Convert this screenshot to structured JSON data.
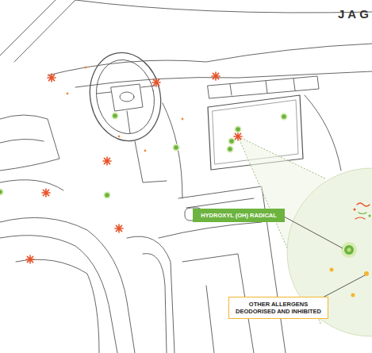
{
  "diagram": {
    "nodes": [
      {
        "text": [
          "HYDROXYL (OH) RADICAL"
        ]
      },
      {
        "text": [
          "OTHER ALLERGENS DEODORISED AND INHIBITED"
        ]
      }
    ],
    "labels": [
      "JAG"
    ]
  }
}
